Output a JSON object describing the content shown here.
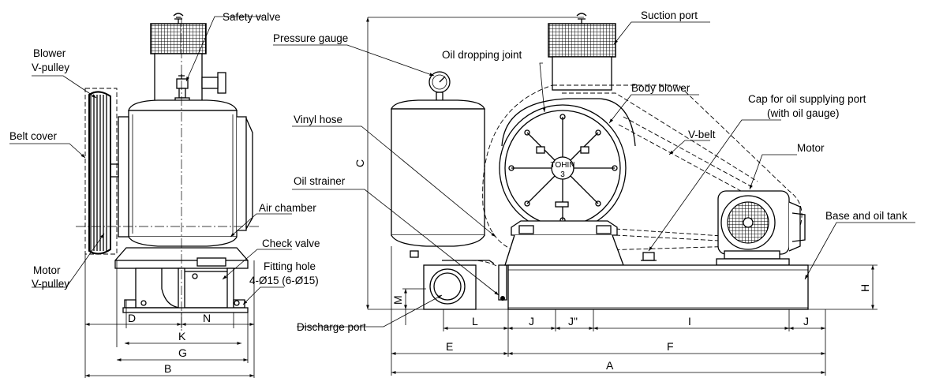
{
  "labels": {
    "safety_valve": "Safety valve",
    "blower_v_pulley_line1": "Blower",
    "blower_v_pulley_line2": "V-pulley",
    "belt_cover": "Belt cover",
    "air_chamber": "Air chamber",
    "check_valve": "Check valve",
    "fitting_hole_line1": "Fitting hole",
    "fitting_hole_line2": "4-Ø15 (6-Ø15)",
    "motor_v_pulley_line1": "Motor",
    "motor_v_pulley_line2": "V-pulley",
    "pressure_gauge": "Pressure gauge",
    "suction_port": "Suction port",
    "oil_dropping_joint": "Oil dropping joint",
    "body_blower": "Body blower",
    "cap_line1": "Cap for oil supplying port",
    "cap_line2": "(with oil gauge)",
    "vinyl_hose": "Vinyl hose",
    "v_belt": "V-belt",
    "motor": "Motor",
    "oil_strainer": "Oil strainer",
    "base_and_oil_tank": "Base and oil tank",
    "discharge_port": "Discharge port",
    "logo_line1": "TOHIN",
    "logo_line2": "3"
  },
  "dimensions": {
    "A": "A",
    "B": "B",
    "C": "C",
    "D": "D",
    "E": "E",
    "F": "F",
    "G": "G",
    "H": "H",
    "I": "I",
    "J": "J",
    "J2": "J\"",
    "J3": "J",
    "K": "K",
    "L": "L",
    "M": "M",
    "N": "N"
  }
}
